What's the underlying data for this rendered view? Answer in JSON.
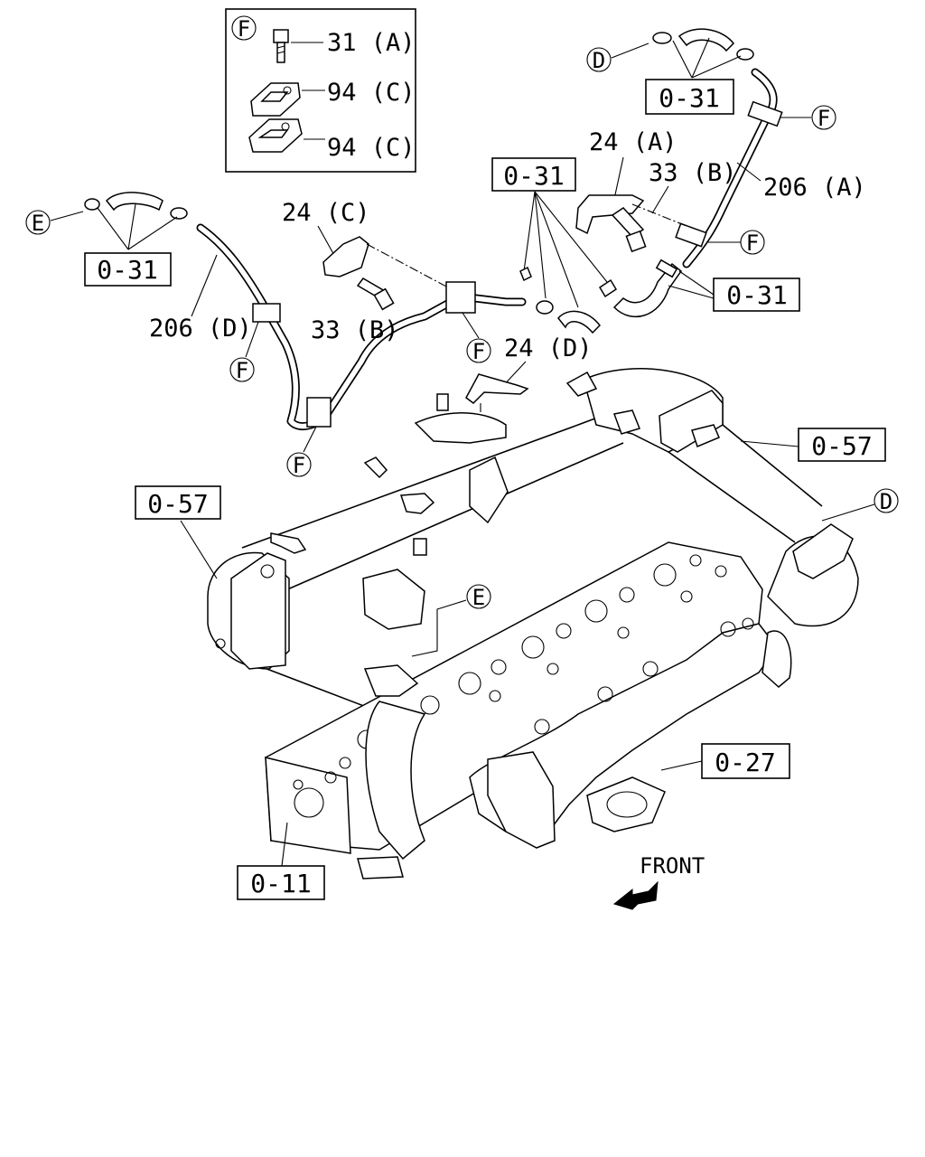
{
  "inset": {
    "letter": "F",
    "rows": [
      {
        "label": "31 (A)"
      },
      {
        "label": "94 (C)"
      },
      {
        "label": "94 (C)"
      }
    ]
  },
  "refs": {
    "r031_top_right": "0-31",
    "r031_middle": "0-31",
    "r031_left": "0-31",
    "r031_right_lower": "0-31",
    "r057_right": "0-57",
    "r057_left": "0-57",
    "r027": "0-27",
    "r011": "0-11"
  },
  "callouts": {
    "d_top": "D",
    "d_right": "D",
    "e_left": "E",
    "e_center": "E",
    "f_top_right": "F",
    "f_right_mid": "F",
    "f_left": "F",
    "f_center": "F",
    "f_bottom_left": "F"
  },
  "part_labels": {
    "p24a": "24 (A)",
    "p33b_right": "33 (B)",
    "p206a": "206 (A)",
    "p24c": "24 (C)",
    "p33b_left": "33 (B)",
    "p206d": "206 (D)",
    "p24d": "24 (D)"
  },
  "direction": {
    "front_label": "FRONT"
  }
}
